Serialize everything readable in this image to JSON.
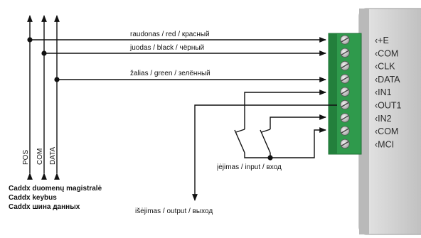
{
  "bus": {
    "lines": [
      "POS",
      "COM",
      "DATA"
    ],
    "title_lines": [
      "Caddx duomenų magistralė",
      "Caddx keybus",
      "Caddx шина данных"
    ]
  },
  "wires": {
    "red": "raudonas / red / красный",
    "black": "juodas / black / чёрный",
    "green": "žalias / green / зелённый"
  },
  "terminals": [
    "+E",
    "COM",
    "CLK",
    "DATA",
    "IN1",
    "OUT1",
    "IN2",
    "COM",
    "MCI"
  ],
  "labels": {
    "input": "įėjimas / input / вход",
    "output": "išėjimas / output / выход"
  },
  "colors": {
    "terminal_block": "#2f9a4c",
    "module_body": "#cfcfcf",
    "wire": "#111111"
  }
}
